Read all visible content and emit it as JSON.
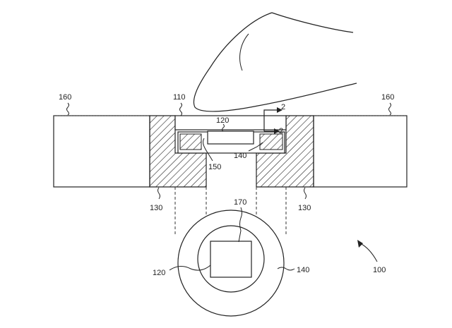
{
  "figure": {
    "labels": {
      "l160_left": "160",
      "l160_right": "160",
      "l110": "110",
      "l120_top": "120",
      "l2_upper": "2",
      "l2_lower": "2",
      "l140_side": "140",
      "l150": "150",
      "l130_left": "130",
      "l130_right": "130",
      "l170": "170",
      "l120_bottom": "120",
      "l140_bottom": "140",
      "l100": "100"
    }
  }
}
